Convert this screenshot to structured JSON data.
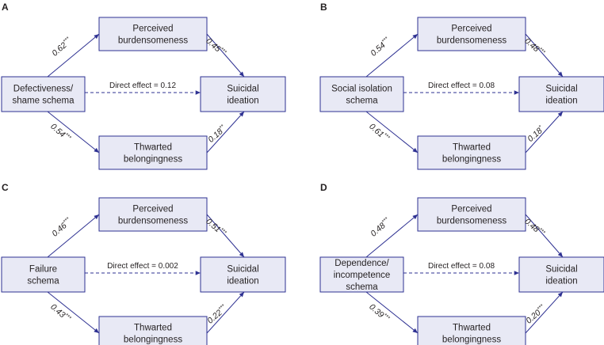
{
  "panels": [
    {
      "label": "A",
      "predictor": [
        "Defectiveness/",
        "shame schema"
      ],
      "mediator_top": [
        "Perceived",
        "burdensomeness"
      ],
      "mediator_bottom": [
        "Thwarted",
        "belongingness"
      ],
      "outcome": [
        "Suicidal",
        "ideation"
      ],
      "paths": {
        "a1": {
          "value": "0.62",
          "stars": "***"
        },
        "b1": {
          "value": "0.45",
          "stars": "***"
        },
        "a2": {
          "value": "0.54",
          "stars": "***"
        },
        "b2": {
          "value": "0.18",
          "stars": "**"
        }
      },
      "direct": "Direct effect = 0.12"
    },
    {
      "label": "B",
      "predictor": [
        "Social isolation",
        "schema"
      ],
      "mediator_top": [
        "Perceived",
        "burdensomeness"
      ],
      "mediator_bottom": [
        "Thwarted",
        "belongingness"
      ],
      "outcome": [
        "Suicidal",
        "ideation"
      ],
      "paths": {
        "a1": {
          "value": "0.54",
          "stars": "***"
        },
        "b1": {
          "value": "0.48",
          "stars": "***"
        },
        "a2": {
          "value": "0.61",
          "stars": "***"
        },
        "b2": {
          "value": "0.18",
          "stars": "*"
        }
      },
      "direct": "Direct effect = 0.08"
    },
    {
      "label": "C",
      "predictor": [
        "Failure",
        "schema"
      ],
      "mediator_top": [
        "Perceived",
        "burdensomeness"
      ],
      "mediator_bottom": [
        "Thwarted",
        "belongingness"
      ],
      "outcome": [
        "Suicidal",
        "ideation"
      ],
      "paths": {
        "a1": {
          "value": "0.46",
          "stars": "***"
        },
        "b1": {
          "value": "0.51",
          "stars": "***"
        },
        "a2": {
          "value": "0.43",
          "stars": "***"
        },
        "b2": {
          "value": "0.22",
          "stars": "***"
        }
      },
      "direct": "Direct effect = 0.002"
    },
    {
      "label": "D",
      "predictor": [
        "Dependence/",
        "incompetence",
        "schema"
      ],
      "mediator_top": [
        "Perceived",
        "burdensomeness"
      ],
      "mediator_bottom": [
        "Thwarted",
        "belongingness"
      ],
      "outcome": [
        "Suicidal",
        "ideation"
      ],
      "paths": {
        "a1": {
          "value": "0.48",
          "stars": "***"
        },
        "b1": {
          "value": "0.48",
          "stars": "***"
        },
        "a2": {
          "value": "0.39",
          "stars": "***"
        },
        "b2": {
          "value": "0.20",
          "stars": "***"
        }
      },
      "direct": "Direct effect = 0.08"
    }
  ],
  "colors": {
    "box_fill": "#e8e9f5",
    "box_stroke": "#2e3192",
    "arrow": "#2e3192",
    "text": "#231f20"
  }
}
